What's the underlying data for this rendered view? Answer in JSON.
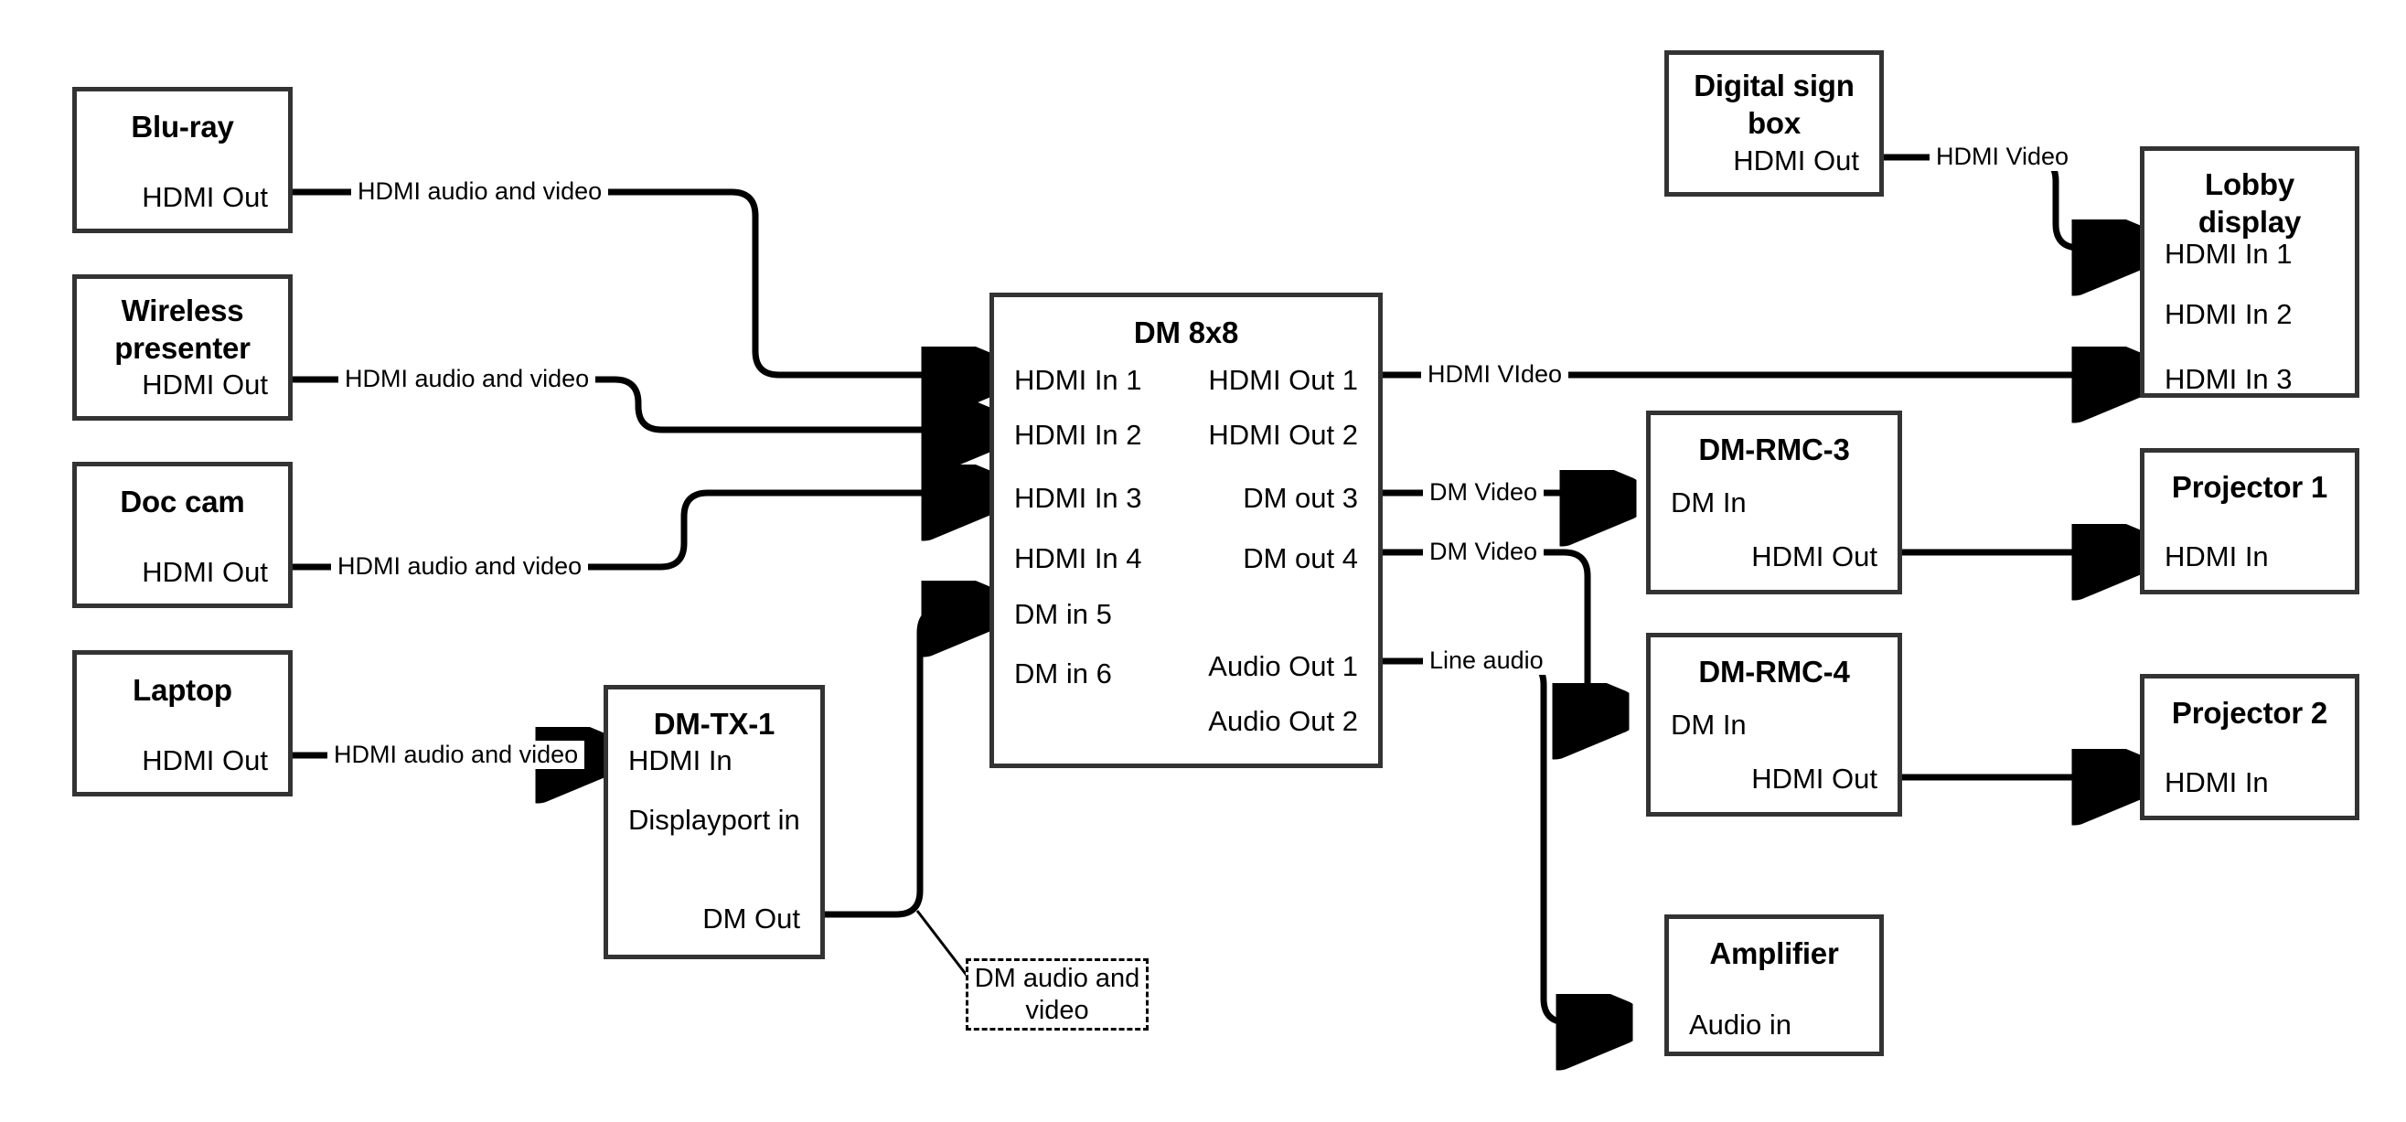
{
  "diagram": {
    "title": "AV signal flow — DM 8x8 matrix",
    "background": "#ffffff",
    "line_color": "#000000",
    "box_border_color": "#333333"
  },
  "nodes": [
    {
      "id": "blu-ray",
      "title": "Blu-ray",
      "ports": {
        "out1": "HDMI Out"
      }
    },
    {
      "id": "wireless-presenter",
      "title": "Wireless presenter",
      "title_line1": "Wireless",
      "title_line2": "presenter",
      "ports": {
        "out1": "HDMI Out"
      }
    },
    {
      "id": "doc-cam",
      "title": "Doc cam",
      "ports": {
        "out1": "HDMI Out"
      }
    },
    {
      "id": "laptop",
      "title": "Laptop",
      "ports": {
        "out1": "HDMI Out"
      }
    },
    {
      "id": "dm-tx-1",
      "title": "DM-TX-1",
      "ports": {
        "in1": "HDMI In",
        "in2": "Displayport in",
        "out1": "DM Out"
      }
    },
    {
      "id": "dm-8x8",
      "title": "DM 8x8",
      "inputs": [
        "HDMI In 1",
        "HDMI In 2",
        "HDMI In 3",
        "HDMI In 4",
        "DM in 5",
        "DM in 6"
      ],
      "outputs": [
        "HDMI Out 1",
        "HDMI Out 2",
        "DM out 3",
        "DM out 4",
        "Audio Out 1",
        "Audio Out 2"
      ]
    },
    {
      "id": "digital-sign-box",
      "title": "Digital sign box",
      "title_line1": "Digital sign",
      "title_line2": "box",
      "ports": {
        "out1": "HDMI Out"
      }
    },
    {
      "id": "lobby-display",
      "title": "Lobby display",
      "title_line1": "Lobby",
      "title_line2": "display",
      "ports": {
        "in1": "HDMI In 1",
        "in2": "HDMI In 2",
        "in3": "HDMI In 3"
      }
    },
    {
      "id": "dm-rmc-3",
      "title": "DM-RMC-3",
      "ports": {
        "in1": "DM In",
        "out1": "HDMI Out"
      }
    },
    {
      "id": "dm-rmc-4",
      "title": "DM-RMC-4",
      "ports": {
        "in1": "DM In",
        "out1": "HDMI Out"
      }
    },
    {
      "id": "projector-1",
      "title": "Projector 1",
      "ports": {
        "in1": "HDMI In"
      }
    },
    {
      "id": "projector-2",
      "title": "Projector 2",
      "ports": {
        "in1": "HDMI In"
      }
    },
    {
      "id": "amplifier",
      "title": "Amplifier",
      "ports": {
        "in1": "Audio in"
      }
    }
  ],
  "edge_labels": {
    "bluray_to_dm": "HDMI audio and video",
    "wireless_to_dm": "HDMI audio and video",
    "doccam_to_dm": "HDMI audio and video",
    "laptop_to_tx": "HDMI audio and video",
    "dm_hdmiout1_to_lobby": "HDMI VIdeo",
    "dm_out3_to_rmc3": "DM Video",
    "dm_out4_to_rmc4": "DM Video",
    "dm_audio1_to_amp": "Line audio",
    "sign_to_lobby": "HDMI Video"
  },
  "annotation": {
    "dm_audio_video_note": "DM audio and video"
  }
}
